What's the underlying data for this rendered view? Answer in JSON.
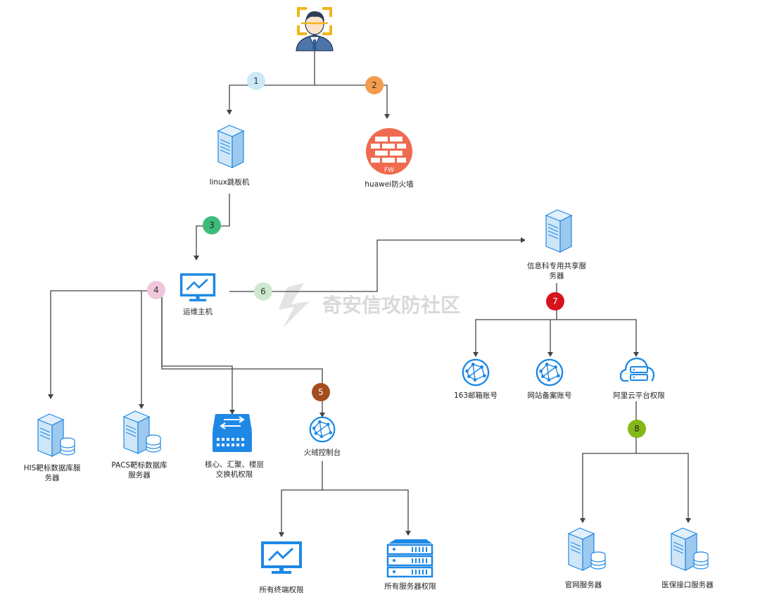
{
  "watermark": "奇安信攻防社区",
  "nodes": {
    "linux_jump": "linux跳板机",
    "firewall": "huawei防火墙",
    "firewall_badge": "FW",
    "ops_host": "运维主机",
    "shared_server_l1": "信息科专用共享服",
    "shared_server_l2": "务器",
    "his_db_l1": "HIS靶标数据库服",
    "his_db_l2": "务器",
    "pacs_db_l1": "PACS靶标数据库",
    "pacs_db_l2": "服务器",
    "switch_l1": "核心、汇聚、楼层",
    "switch_l2": "交换机权限",
    "huorong": "火绒控制台",
    "all_terminals": "所有终端权限",
    "all_servers": "所有服务器权限",
    "mail163": "163邮箱账号",
    "icp": "网站备案账号",
    "aliyun": "阿里云平台权限",
    "website_server": "官网服务器",
    "medical_server": "医保接口服务器"
  },
  "steps": {
    "s1": "1",
    "s2": "2",
    "s3": "3",
    "s4": "4",
    "s5": "5",
    "s6": "6",
    "s7": "7",
    "s8": "8"
  },
  "colors": {
    "edge": "#444444",
    "icon_blue": "#1e88e5",
    "icon_light": "#cfe6f8",
    "firewall": "#f06a4f",
    "s1": "#cde9f7",
    "s2": "#f39c4d",
    "s3": "#3dbb7a",
    "s4": "#f1c6dc",
    "s5": "#a44d1f",
    "s6": "#cfe8cf",
    "s7": "#d7141c",
    "s8": "#84b817"
  }
}
